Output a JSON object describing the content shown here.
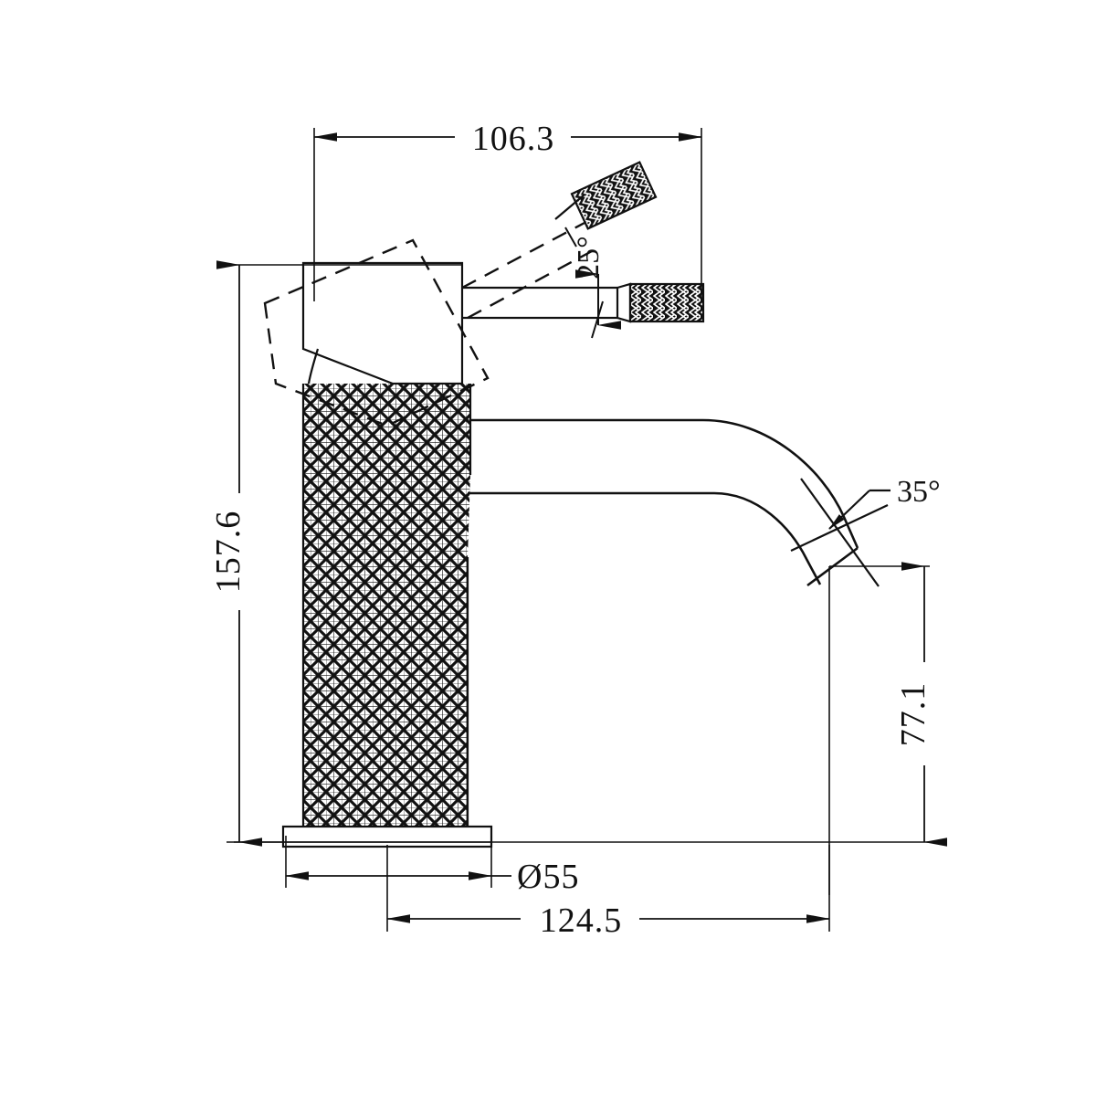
{
  "drawing": {
    "type": "engineering-dimension-drawing",
    "subject": "single-lever basin mixer faucet",
    "view": "side elevation",
    "units": "mm",
    "line_color": "#111111",
    "background_color": "#ffffff"
  },
  "dimensions": {
    "spout_reach_top": "106.3",
    "overall_height": "157.6",
    "spout_outlet_height": "77.1",
    "base_diameter": "Ø55",
    "overall_depth": "124.5",
    "handle_lift_angle": "25°",
    "outlet_cut_angle": "35°"
  },
  "labels": [
    {
      "id": "dim-106-3",
      "text": "106.3",
      "kind": "linear-horizontal"
    },
    {
      "id": "dim-157-6",
      "text": "157.6",
      "kind": "linear-vertical"
    },
    {
      "id": "dim-77-1",
      "text": "77.1",
      "kind": "linear-vertical"
    },
    {
      "id": "dim-55",
      "text": "Ø55",
      "kind": "diameter"
    },
    {
      "id": "dim-124-5",
      "text": "124.5",
      "kind": "linear-horizontal"
    },
    {
      "id": "ang-25",
      "text": "25°",
      "kind": "angular"
    },
    {
      "id": "ang-35",
      "text": "35°",
      "kind": "angular"
    }
  ],
  "parts": [
    {
      "id": "base-plate",
      "name": "escutcheon base plate",
      "note": "Ø55"
    },
    {
      "id": "body",
      "name": "knurled cylindrical body",
      "texture": "diamond-knurl"
    },
    {
      "id": "valve-housing",
      "name": "cartridge valve housing"
    },
    {
      "id": "valve-housing-rotated",
      "name": "valve housing rotated position",
      "linetype": "dashed"
    },
    {
      "id": "handle-closed",
      "name": "lever handle horizontal position"
    },
    {
      "id": "handle-open",
      "name": "lever handle raised position",
      "angle": "25°"
    },
    {
      "id": "handle-grip",
      "name": "knurled handle grip"
    },
    {
      "id": "spout",
      "name": "curved spout"
    },
    {
      "id": "spout-outlet",
      "name": "angled spout outlet",
      "angle": "35°"
    }
  ]
}
